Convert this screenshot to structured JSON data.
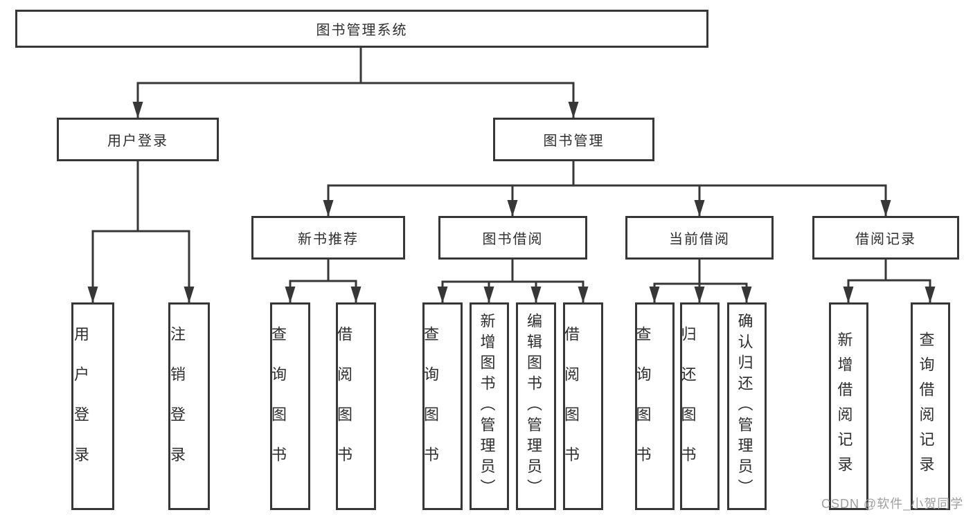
{
  "nodes": {
    "root": "图书管理系统",
    "user_login": "用户登录",
    "book_mgmt": "图书管理",
    "new_book_rec": "新书推荐",
    "book_borrow": "图书借阅",
    "current_borrow": "当前借阅",
    "borrow_records": "借阅记录",
    "leaf_user_login": "用户登录",
    "leaf_logout": "注销登录",
    "leaf_nbr_query": "查询图书",
    "leaf_nbr_borrow": "借阅图书",
    "leaf_bb_query": "查询图书",
    "leaf_bb_add": "新增图书（管理员）",
    "leaf_bb_edit": "编辑图书（管理员）",
    "leaf_bb_borrow": "借阅图书",
    "leaf_cb_query": "查询图书",
    "leaf_cb_return": "归还图书",
    "leaf_cb_confirm": "确认归还（管理员）",
    "leaf_br_add": "新增借阅记录",
    "leaf_br_query": "查询借阅记录"
  },
  "hierarchy": {
    "图书管理系统": {
      "用户登录": [
        "用户登录",
        "注销登录"
      ],
      "图书管理": {
        "新书推荐": [
          "查询图书",
          "借阅图书"
        ],
        "图书借阅": [
          "查询图书",
          "新增图书（管理员）",
          "编辑图书（管理员）",
          "借阅图书"
        ],
        "当前借阅": [
          "查询图书",
          "归还图书",
          "确认归还（管理员）"
        ],
        "借阅记录": [
          "新增借阅记录",
          "查询借阅记录"
        ]
      }
    }
  },
  "watermark": "CSDN @软件_小贺同学",
  "colors": {
    "line": "#373737",
    "text": "#2e2e2e",
    "box_background": "#ffffff",
    "watermark": "#9e9e9e"
  }
}
